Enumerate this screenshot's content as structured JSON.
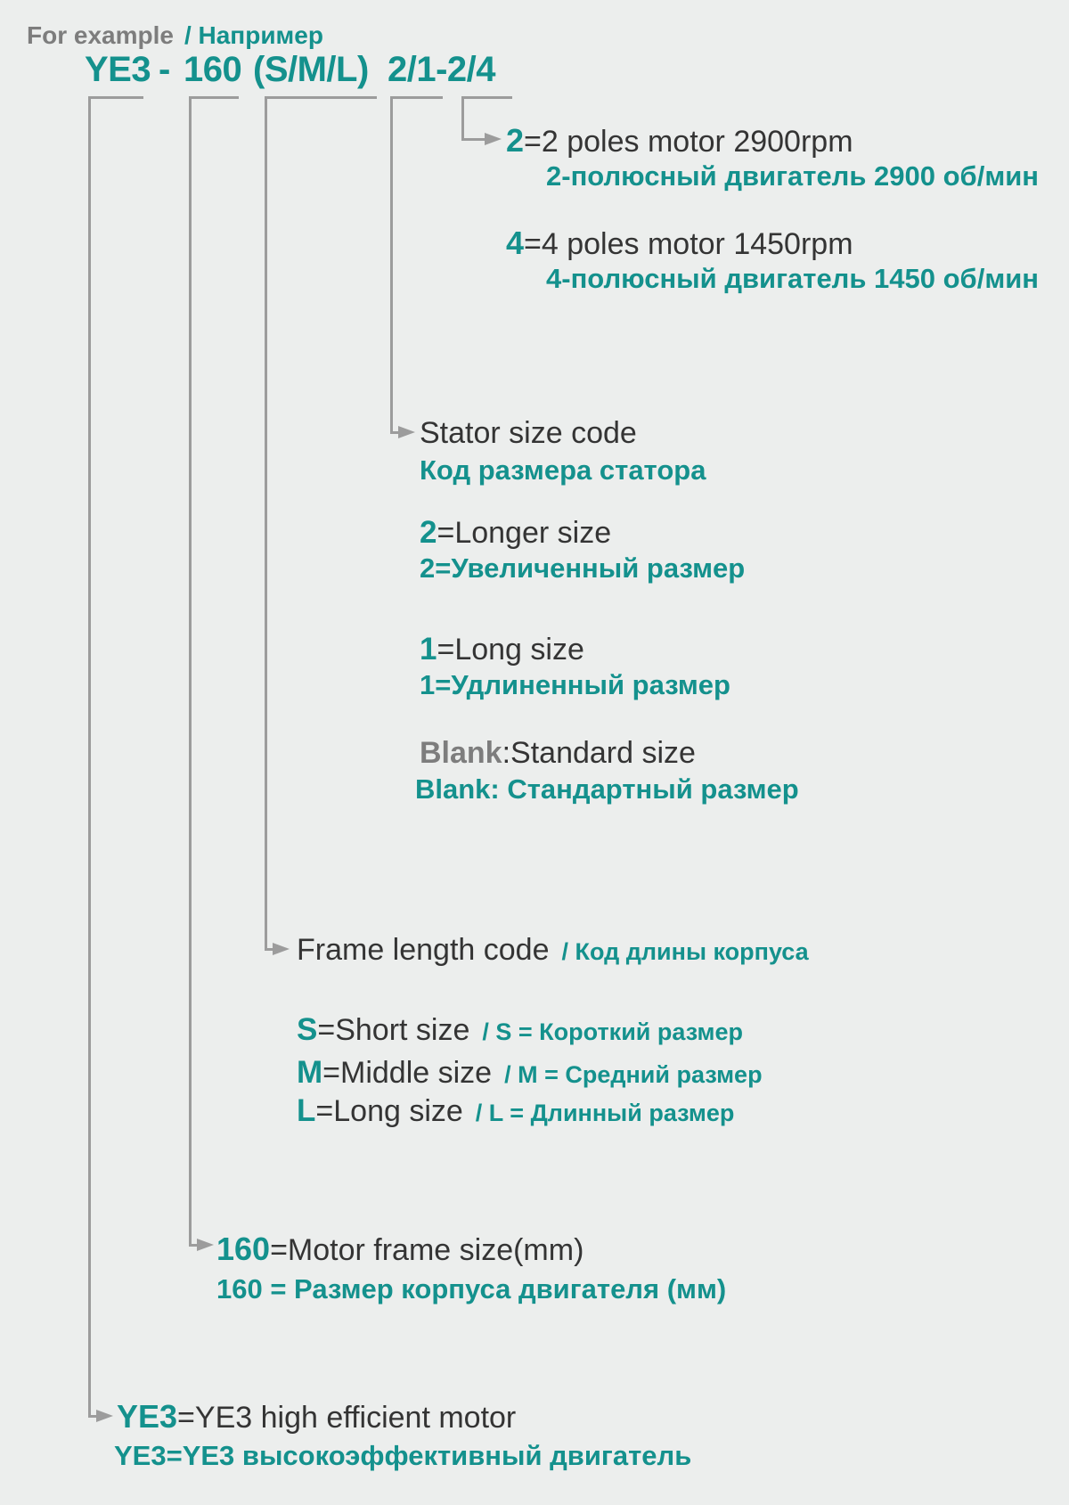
{
  "header": {
    "example_en": "For example",
    "example_ru": "/ Например",
    "model_code_parts": {
      "series": "YE3",
      "dash": "-",
      "frame_size": "160",
      "frame_length": "(S/M/L)",
      "suffix": "2/1-2/4"
    }
  },
  "poles": {
    "two": {
      "code": "2",
      "en": "=2 poles motor 2900rpm",
      "ru": "2-полюсный двигатель 2900 об/мин"
    },
    "four": {
      "code": "4",
      "en": "=4 poles motor 1450rpm",
      "ru": "4-полюсный двигатель 1450 об/мин"
    }
  },
  "stator": {
    "title_en": "Stator size code",
    "title_ru": "Код размера статора",
    "longer": {
      "code": "2",
      "en": "=Longer size",
      "ru": "2=Увеличенный размер"
    },
    "long": {
      "code": "1",
      "en": "=Long size",
      "ru": "1=Удлиненный размер"
    },
    "blank": {
      "code": "Blank",
      "en": ":Standard size",
      "ru": "Blank: Стандартный размер"
    }
  },
  "frame_length": {
    "title_en": "Frame length code",
    "title_ru": "/ Код длины корпуса",
    "short": {
      "code": "S",
      "en": "=Short size",
      "ru": "/ S = Короткий размер"
    },
    "middle": {
      "code": "M",
      "en": "=Middle size",
      "ru": "/ M = Средний размер"
    },
    "long": {
      "code": "L",
      "en": "=Long size",
      "ru": "/ L = Длинный размер"
    }
  },
  "frame_size": {
    "code": "160",
    "en": "=Motor frame size(mm)",
    "ru": "160 = Размер корпуса двигателя (мм)"
  },
  "series": {
    "code": "YE3",
    "en": "=YE3 high efficient motor",
    "ru": "YE3=YE3 высокоэффективный двигатель"
  },
  "colors": {
    "teal": "#14918d",
    "dark": "#343434",
    "gray": "#7d7d7d",
    "line": "#9c9c9c",
    "background": "#eceeed"
  }
}
